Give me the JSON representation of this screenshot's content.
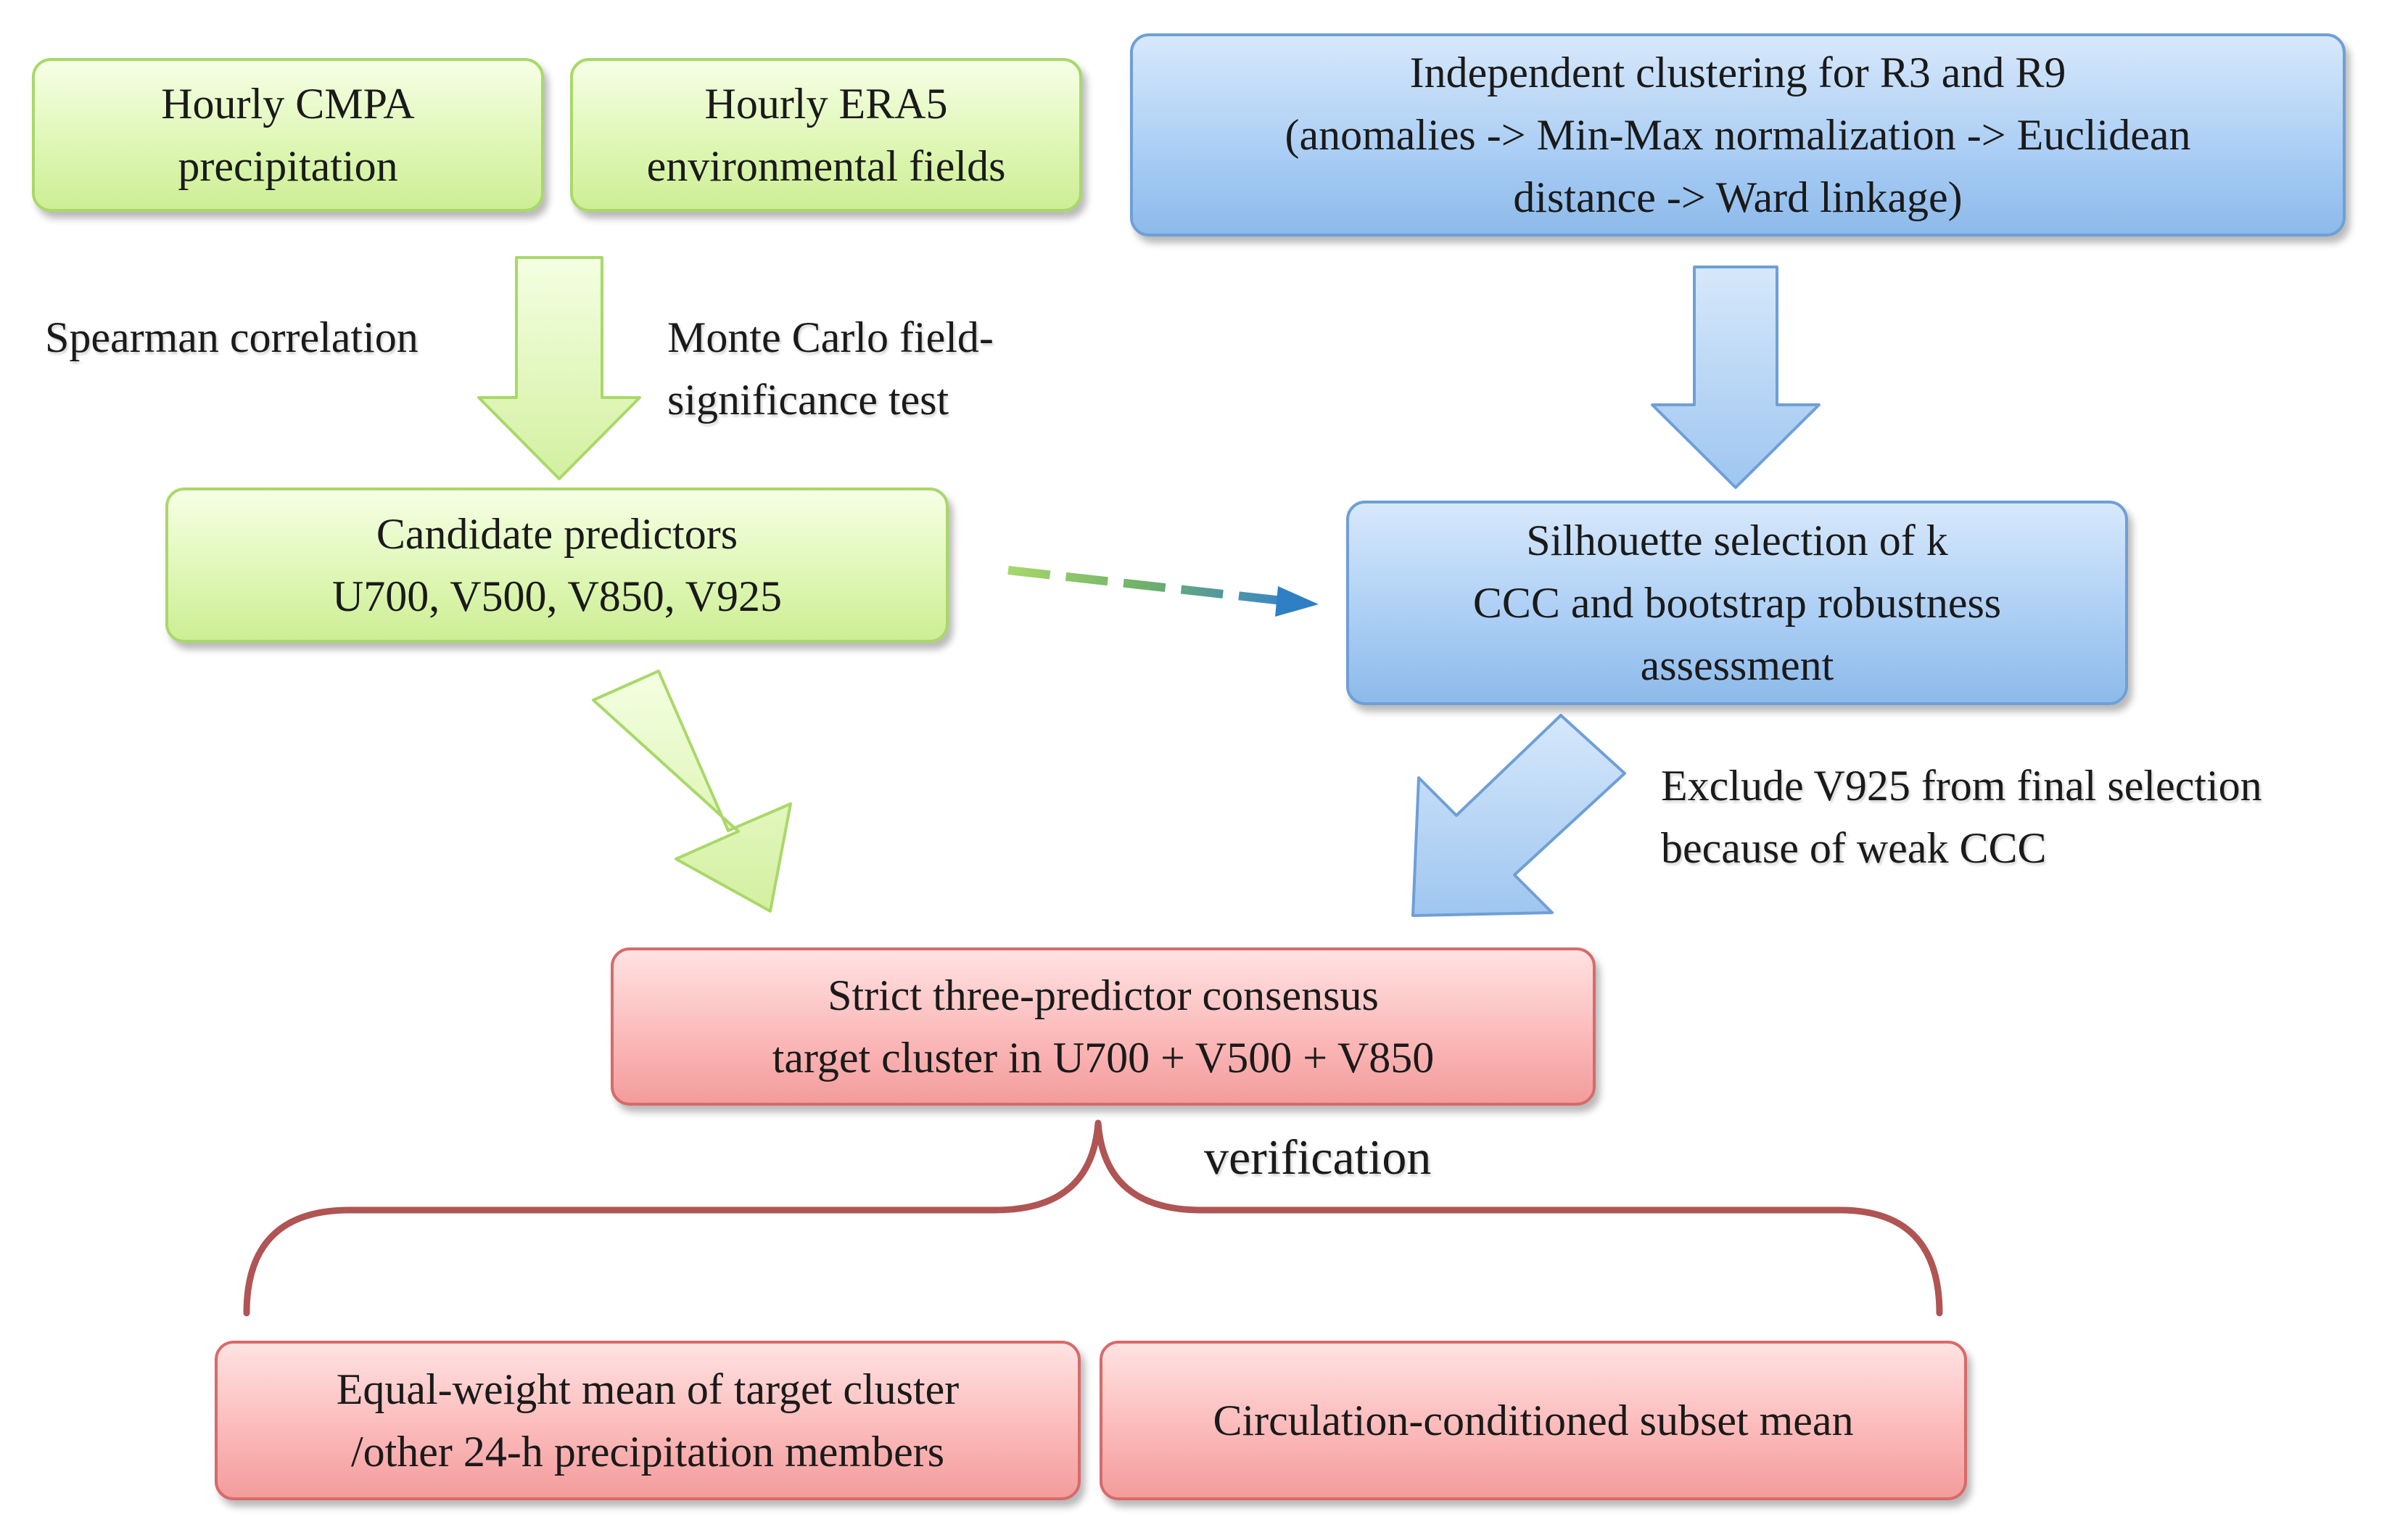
{
  "boxes": {
    "cmpa": {
      "line1": "Hourly CMPA",
      "line2": "precipitation"
    },
    "era5": {
      "line1": "Hourly ERA5",
      "line2": "environmental  fields"
    },
    "clustering": {
      "line1": "Independent  clustering for R3 and R9",
      "line2": "(anomalies -> Min-Max normalization  -> Euclidean",
      "line3": "distance -> Ward linkage)"
    },
    "predictors": {
      "line1": "Candidate  predictors",
      "line2": "U700, V500, V850, V925"
    },
    "silhouette": {
      "line1": "Silhouette selection of k",
      "line2": "CCC and  bootstrap robustness",
      "line3": "assessment"
    },
    "consensus": {
      "line1": "Strict three-predictor consensus",
      "line2": "target cluster in U700 + V500 + V850"
    },
    "equal_weight": {
      "line1": "Equal-weight  mean of target cluster",
      "line2": "/other 24-h precipitation members"
    },
    "circulation": {
      "line1": "Circulation-conditioned  subset mean"
    }
  },
  "labels": {
    "spearman": "Spearman  correlation",
    "monte_carlo": {
      "line1": "Monte Carlo field-",
      "line2": "significance test"
    },
    "exclude": {
      "line1": "Exclude V925 from final selection",
      "line2": "because of weak  CCC"
    },
    "verification": "verification"
  },
  "colors": {
    "green_arrow_fill": "#dff7b6",
    "green_arrow_stroke": "#a9d86a",
    "blue_arrow_fill": "#b6d3f5",
    "blue_arrow_stroke": "#6f9fd6",
    "brace_color": "#b05454"
  }
}
